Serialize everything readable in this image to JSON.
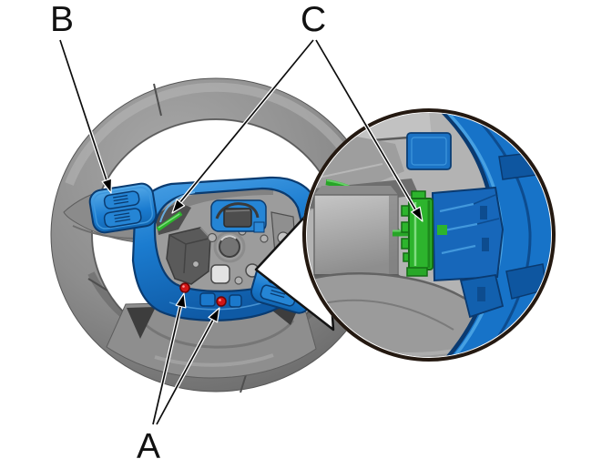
{
  "figure": {
    "type": "technical-illustration",
    "subject": "steering-wheel-service-diagram",
    "callouts": {
      "a": {
        "letter": "A",
        "marker_count": 2
      },
      "b": {
        "letter": "B",
        "marker_count": 1
      },
      "c": {
        "letter": "C",
        "marker_count": 2
      }
    },
    "colors": {
      "accent_blue": "#1b7cd0",
      "accent_blue_dark": "#0a3b70",
      "component_green": "#2db42d",
      "marker_red": "#d21616",
      "body_gray": "#8d8d8d",
      "callout_text": "#111111",
      "inset_border": "#241911",
      "background": "#ffffff"
    }
  }
}
